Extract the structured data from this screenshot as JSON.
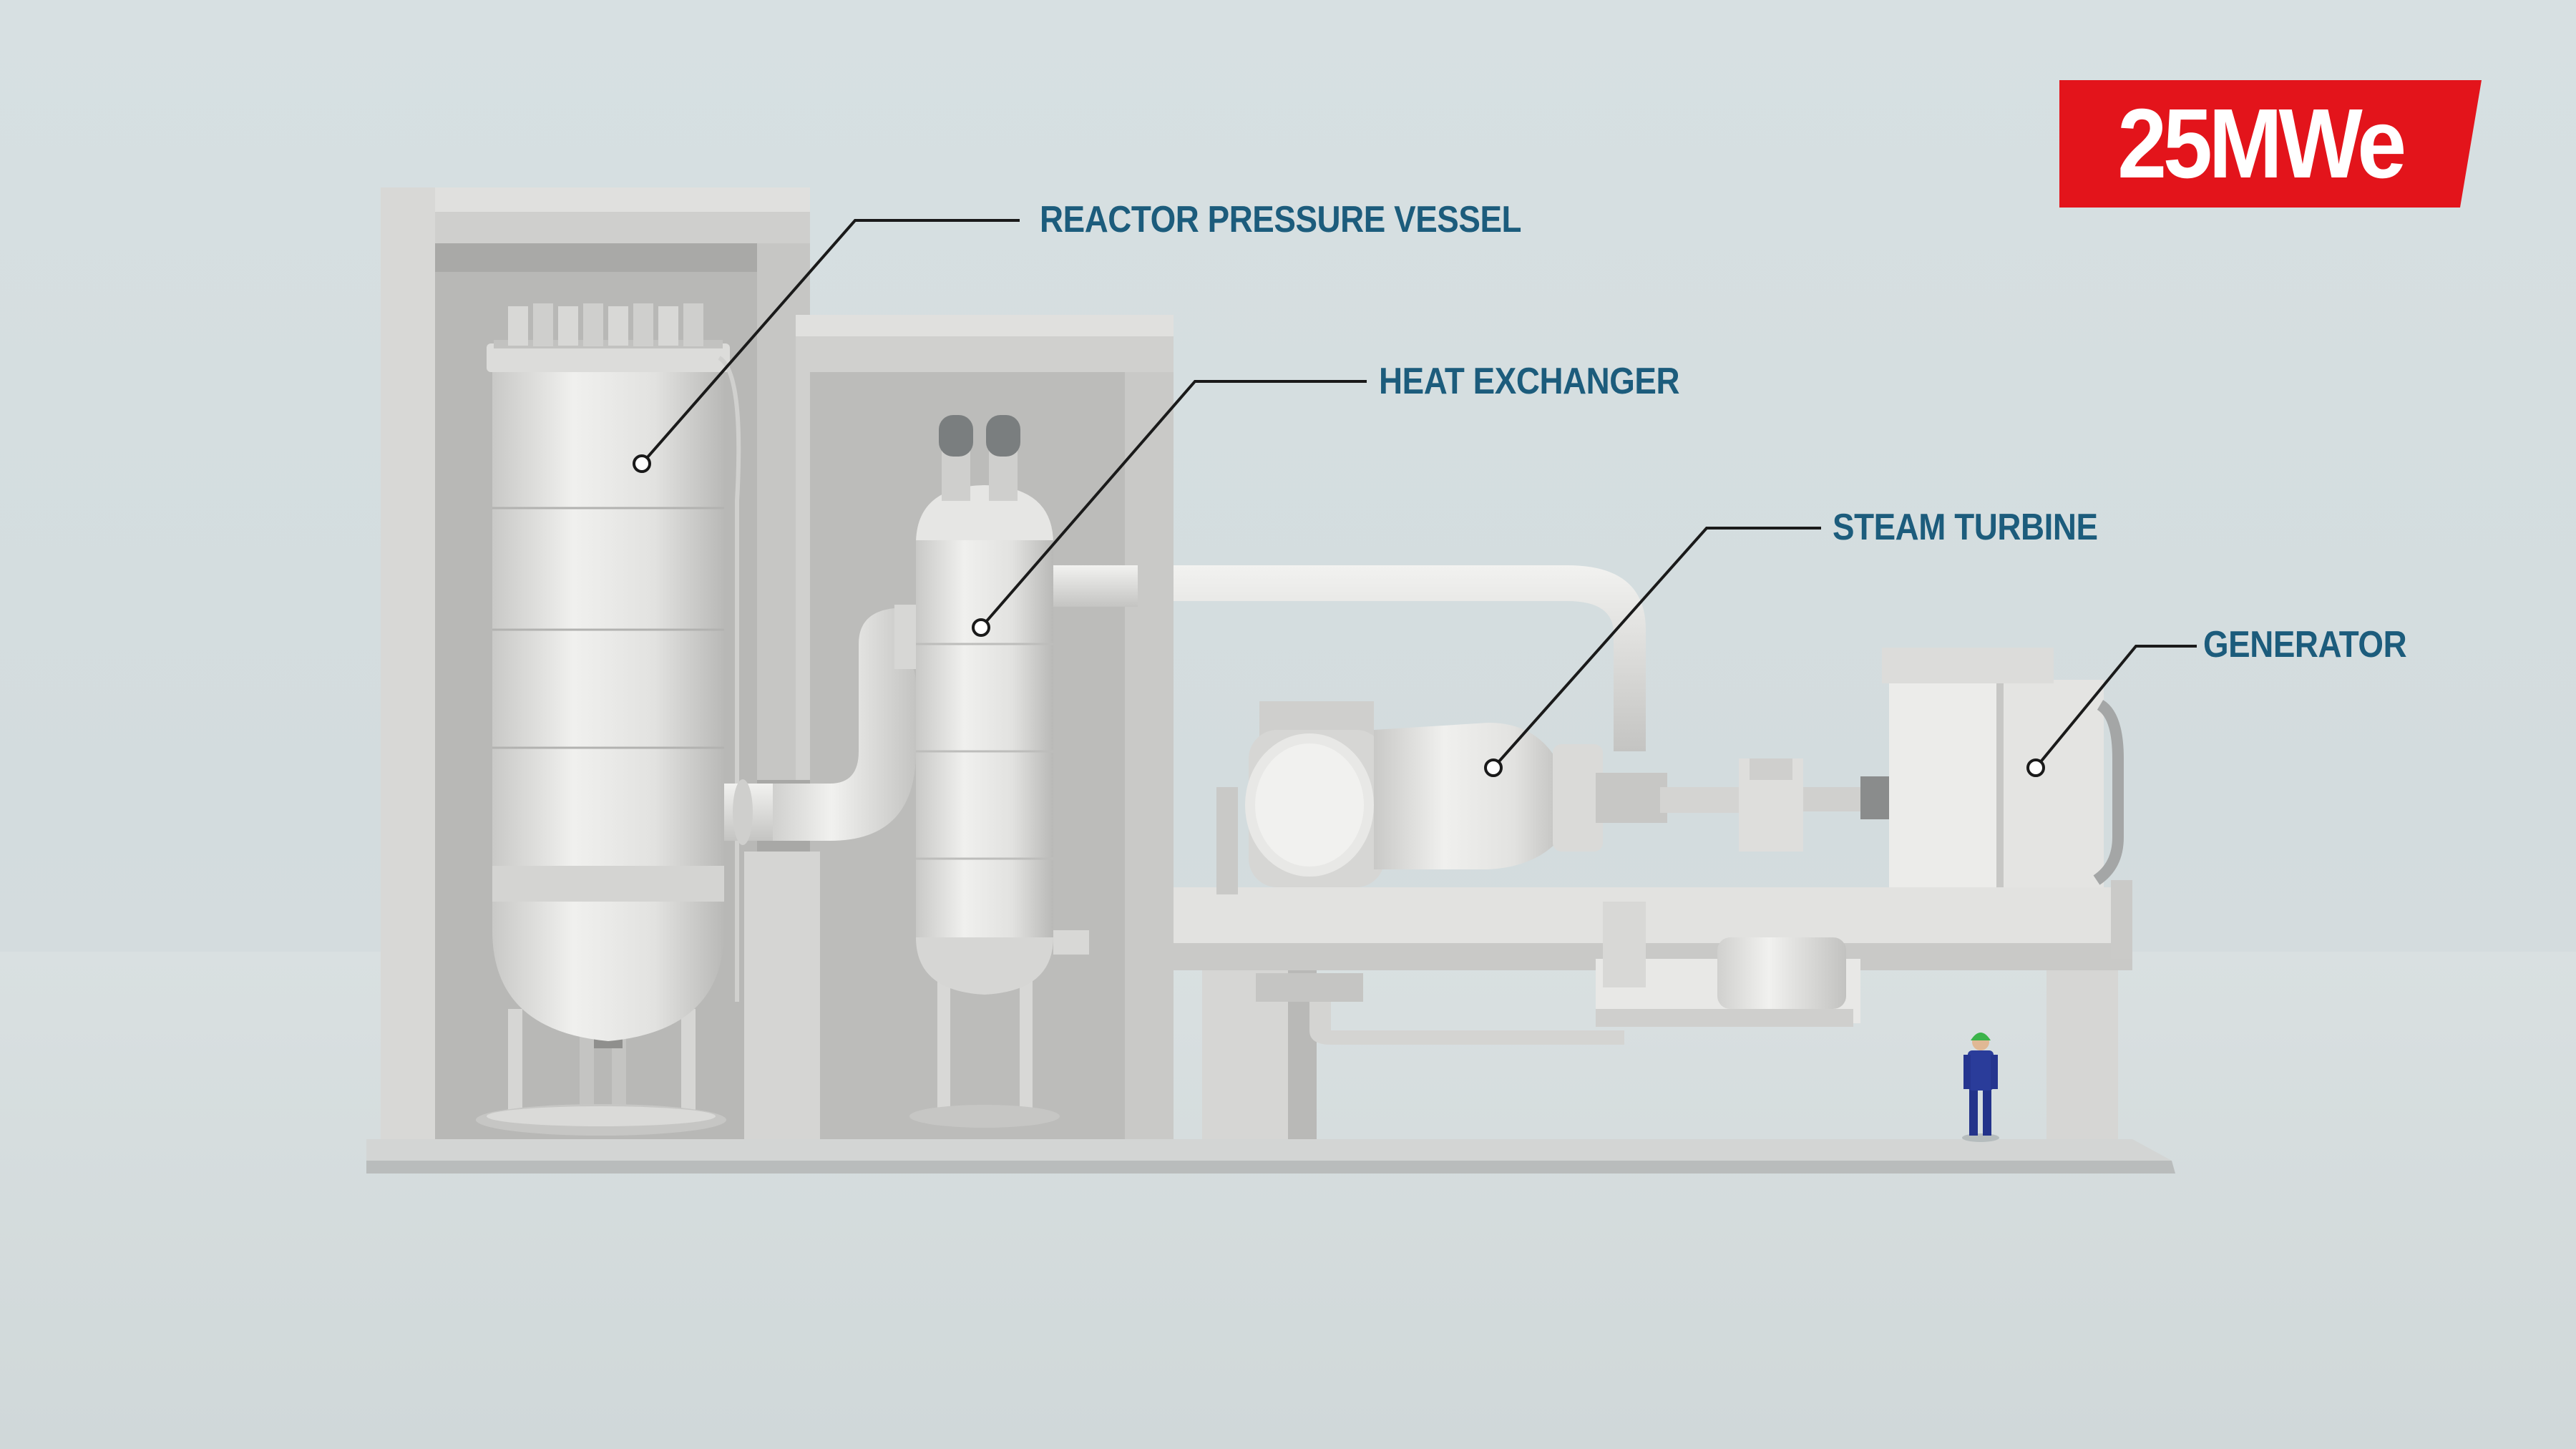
{
  "badge": {
    "text": "25MWe",
    "color": "#e3141b"
  },
  "callouts": [
    {
      "id": "reactor-pressure-vessel",
      "label": "REACTOR PRESSURE VESSEL"
    },
    {
      "id": "heat-exchanger",
      "label": "HEAT EXCHANGER"
    },
    {
      "id": "steam-turbine",
      "label": "STEAM TURBINE"
    },
    {
      "id": "generator",
      "label": "GENERATOR"
    }
  ],
  "colors": {
    "label_text": "#1c5c7c",
    "leader_line": "#1a1a1a",
    "concrete": "#c8c8c6",
    "equipment": "#e2e2e0",
    "worker_suit": "#2a3c9a",
    "worker_helmet": "#3bb34a"
  }
}
